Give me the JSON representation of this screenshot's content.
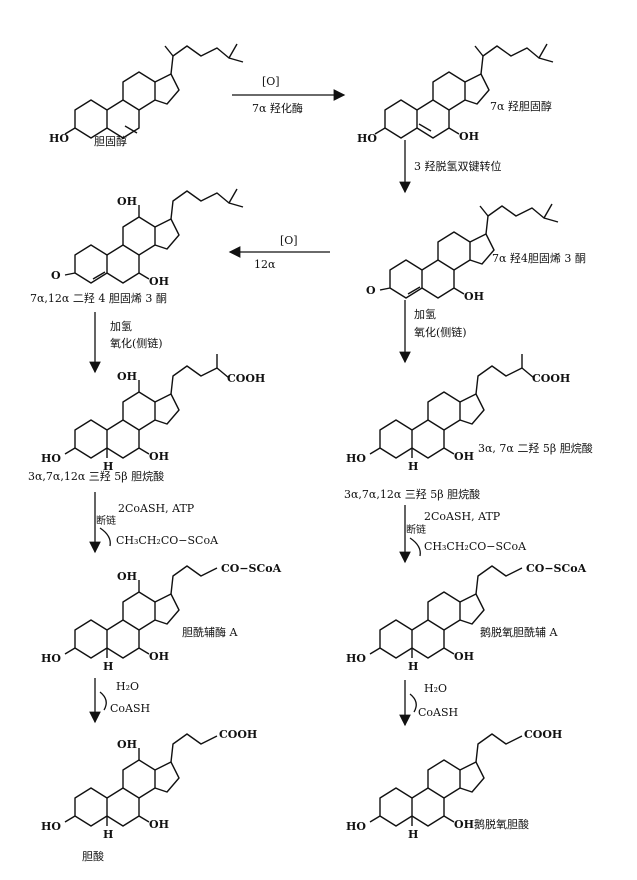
{
  "compounds": {
    "cholesterol": "胆固醇",
    "hydroxy7": "7α 羟胆固醇",
    "hydroxy7_ketone": "7α 羟4胆固烯 3 酮",
    "dihydroxy_ketone": "7α,12α 二羟 4 胆固烯 3 酮",
    "trihydroxy_right": "3α, 7α 二羟 5β 胆烷酸",
    "trihydroxy_left": "3α,7α,12α 三羟 5β 胆烷酸",
    "trihydroxy_mid": "3α,7α,12α 三羟 5β 胆烷酸",
    "cholyl_coa": "胆酰辅酶 A",
    "chenodeoxycholyl_coa": "鹅脱氧胆酰辅 A",
    "cholic_acid": "胆酸",
    "chenodeoxycholic_acid": "鹅脱氧胆酸"
  },
  "reactions": {
    "r1_top": "[O]",
    "r1_bottom": "7α 羟化酶",
    "r2": "3 羟脱氢双键转位",
    "r3_top": "[O]",
    "r3_bottom": "12α",
    "r4_line1": "加氢",
    "r4_line2": "氧化(侧链)",
    "r5_line1": "加氢",
    "r5_line2": "氧化(侧链)",
    "r6_reagent": "2CoASH, ATP",
    "r6_side": "断链",
    "r6_product": "CH₃CH₂CO−SCoA",
    "r7_reagent": "2CoASH, ATP",
    "r7_side": "断链",
    "r7_product": "CH₃CH₂CO−SCoA",
    "r8_in": "H₂O",
    "r8_out": "CoASH",
    "r9_in": "H₂O",
    "r9_out": "CoASH"
  },
  "atoms": {
    "ho": "HO",
    "oh": "OH",
    "o": "O",
    "h": "H",
    "cooh": "COOH",
    "coscoa": "CO−SCoA"
  }
}
